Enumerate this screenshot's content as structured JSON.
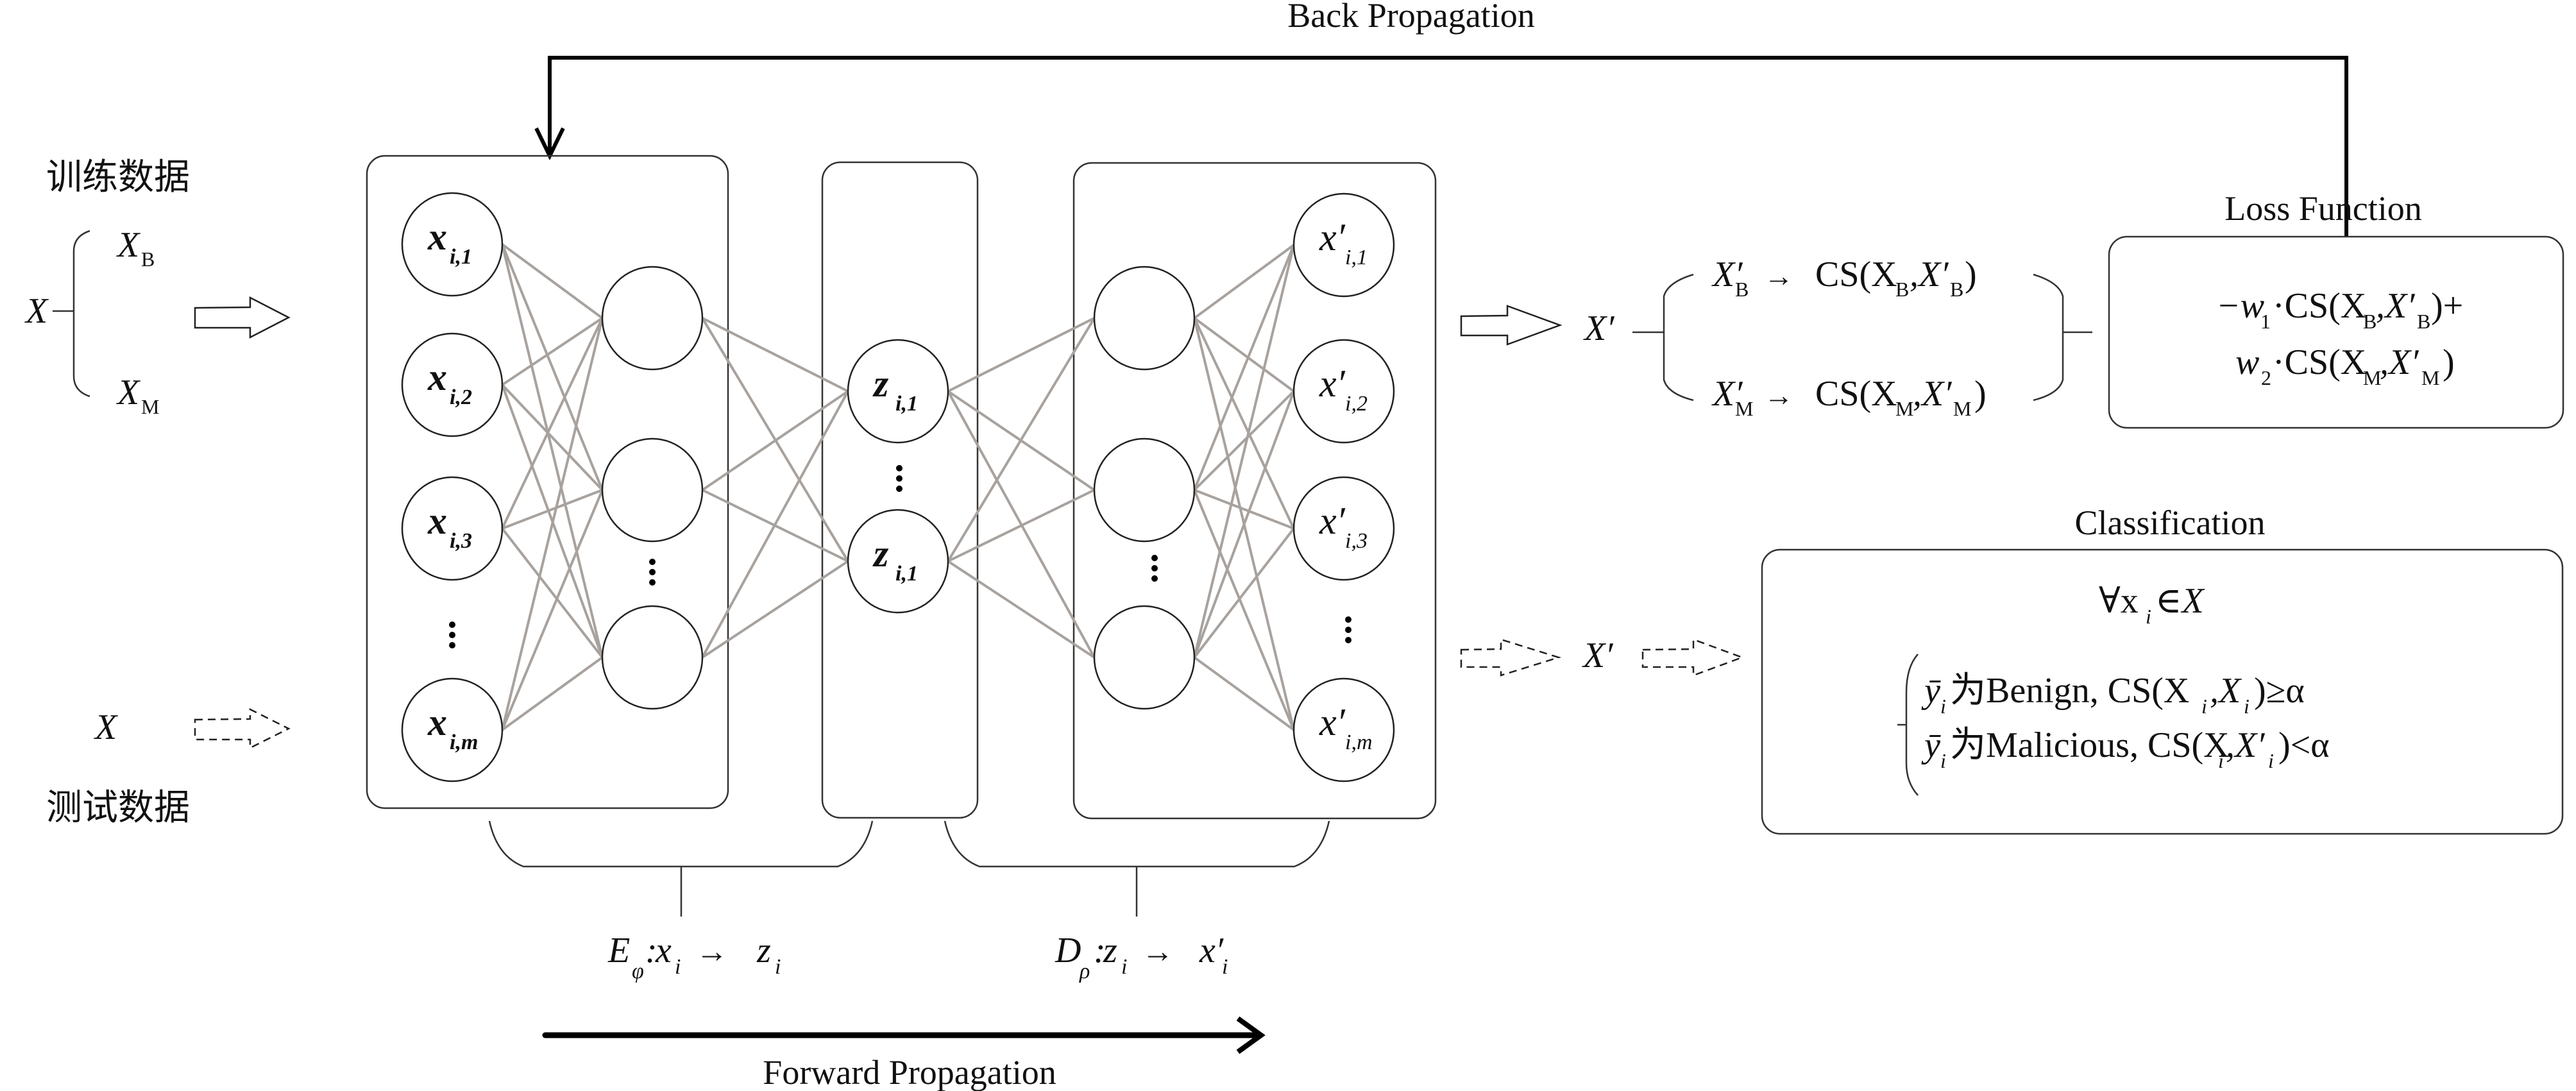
{
  "title_back_propagation": "Back Propagation",
  "title_forward_propagation": "Forward Propagation",
  "training": {
    "label": "训练数据",
    "input_symbol": "X",
    "benign": {
      "base": "X",
      "sub": "B"
    },
    "malicious": {
      "base": "X",
      "sub": "M"
    }
  },
  "testing": {
    "label": "测试数据",
    "input_symbol": "X"
  },
  "encoder": {
    "input_nodes": [
      {
        "base": "x",
        "sub": "i,1"
      },
      {
        "base": "x",
        "sub": "i,2"
      },
      {
        "base": "x",
        "sub": "i,3"
      },
      {
        "base": "x",
        "sub": "i,m"
      }
    ],
    "hidden_node_count_shown": 3,
    "mapping": {
      "fn": "E",
      "fn_sub": "φ",
      "from": "x",
      "from_sub": "i",
      "to": "z",
      "to_sub": "i"
    }
  },
  "latent": {
    "nodes": [
      {
        "base": "z",
        "sub": "i,1"
      },
      {
        "base": "z",
        "sub": "i,1"
      }
    ]
  },
  "decoder": {
    "hidden_node_count_shown": 3,
    "output_nodes": [
      {
        "base": "x′",
        "sub": "i,1"
      },
      {
        "base": "x′",
        "sub": "i,2"
      },
      {
        "base": "x′",
        "sub": "i,3"
      },
      {
        "base": "x′",
        "sub": "i,m"
      }
    ],
    "mapping": {
      "fn": "D",
      "fn_sub": "ρ",
      "from": "z",
      "from_sub": "i",
      "to": "x′",
      "to_sub": "i"
    }
  },
  "reconstruction": {
    "symbol": "X′",
    "branches": [
      {
        "lhs": "X′",
        "lhs_sub": "B",
        "rhs": "CS(X",
        "rhs_sub1": "B",
        "rhs_mid": ",X′",
        "rhs_sub2": "B",
        "rhs_end": ")"
      },
      {
        "lhs": "X′",
        "lhs_sub": "M",
        "rhs": "CS(X",
        "rhs_sub1": "M",
        "rhs_mid": ",X′",
        "rhs_sub2": "M",
        "rhs_end": ")"
      }
    ]
  },
  "loss_function": {
    "title": "Loss Function",
    "line1": {
      "pre": "−w",
      "sub_w": "1",
      "mid": "·CS(X",
      "sub1": "B",
      "mid2": ",X′",
      "sub2": "B",
      "end": ")+"
    },
    "line2": {
      "pre": "w",
      "sub_w": "2",
      "mid": "·CS(X",
      "sub1": "M",
      "mid2": ",X′",
      "sub2": "M",
      "end": ")"
    }
  },
  "test_reconstruction_symbol": "X′",
  "classification": {
    "title": "Classification",
    "quantifier": {
      "pre": "∀x",
      "sub": "i",
      "post": "∈X"
    },
    "rules": [
      {
        "y": "ȳ",
        "y_sub": "i",
        "label": "为Benign, CS(X",
        "sub1": "i",
        "mid": ",X",
        "sub2": "i",
        "end": ")≥α"
      },
      {
        "y": "ȳ",
        "y_sub": "i",
        "label": "为Malicious, CS(X",
        "sub1": "i",
        "mid": ",X′",
        "sub2": "i",
        "end": ")<α"
      }
    ]
  }
}
